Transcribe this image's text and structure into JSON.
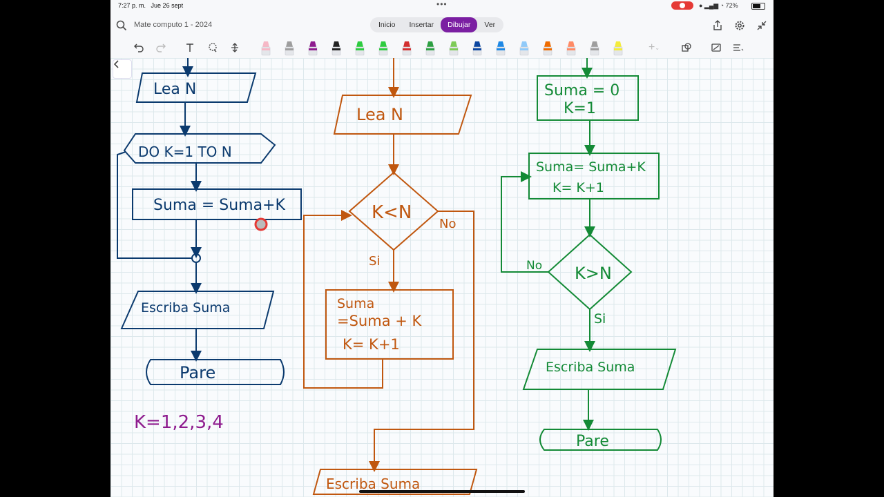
{
  "status": {
    "time": "7:27 p. m.",
    "date": "Jue 26 sept",
    "battery": "72%"
  },
  "title": {
    "document": "Mate computo 1 - 2024"
  },
  "tabs": [
    {
      "label": "Inicio",
      "active": false
    },
    {
      "label": "Insertar",
      "active": false
    },
    {
      "label": "Dibujar",
      "active": true
    },
    {
      "label": "Ver",
      "active": false
    }
  ],
  "accent": "#7b1fa2",
  "pens": [
    "#f6b8c6",
    "#9e9e9e",
    "#8e1b8e",
    "#222222",
    "#2ecc40",
    "#2ecc40",
    "#d32f2f",
    "#2ea043",
    "#7ecb57",
    "#0d47a1",
    "#1e88e5",
    "#90caf9",
    "#ef6c00",
    "#ff8a65",
    "#9e9e9e",
    "#f4ec3c"
  ],
  "flow1": {
    "color": "#0b3a6e",
    "input": "Lea N",
    "loop": "DO K=1 TO N",
    "process": "Suma = Suma+K",
    "output": "Escriba Suma",
    "end": "Pare",
    "note": "K=1,2,3,4",
    "note_color": "#8e1b8e"
  },
  "flow2": {
    "color": "#c0570f",
    "input": "Lea N",
    "decision": "K<N",
    "no": "No",
    "yes": "Si",
    "process_line1": "Suma",
    "process_line2": "=Suma + K",
    "process_line3": "K= K+1",
    "output": "Escriba Suma"
  },
  "flow3": {
    "color": "#138a36",
    "init_line1": "Suma = 0",
    "init_line2": "K=1",
    "process_line1": "Suma= Suma+K",
    "process_line2": "K= K+1",
    "decision": "K>N",
    "no": "No",
    "yes": "Si",
    "output": "Escriba Suma",
    "end": "Pare"
  }
}
